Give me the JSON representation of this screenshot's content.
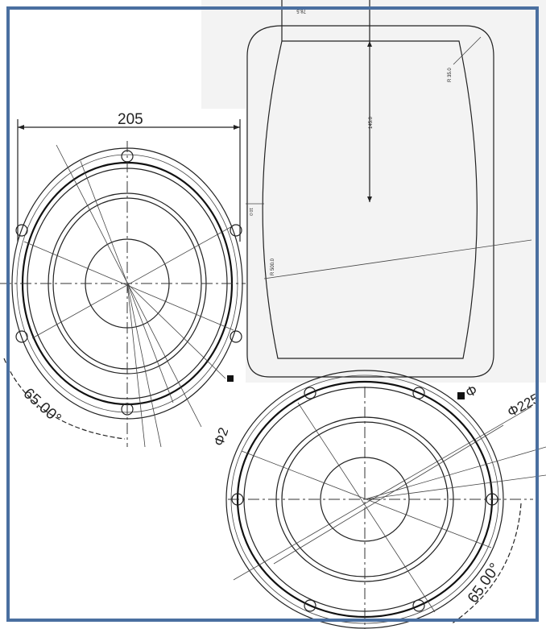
{
  "frame_color": "#4a6fa0",
  "top_drawing": {
    "width_dim": "78.5",
    "height_dim": "145.0",
    "corner_radius": "R 35.0",
    "offset_dim": "10.0",
    "side_radius": "R 500.0"
  },
  "left_drawing": {
    "width_dim": "205",
    "angle_dim": "65.00°",
    "diameter_dim": "Φ2"
  },
  "right_drawing": {
    "diameter_dim_1": "Φ",
    "diameter_dim_2": "Φ225",
    "angle_dim": "65.00°"
  }
}
